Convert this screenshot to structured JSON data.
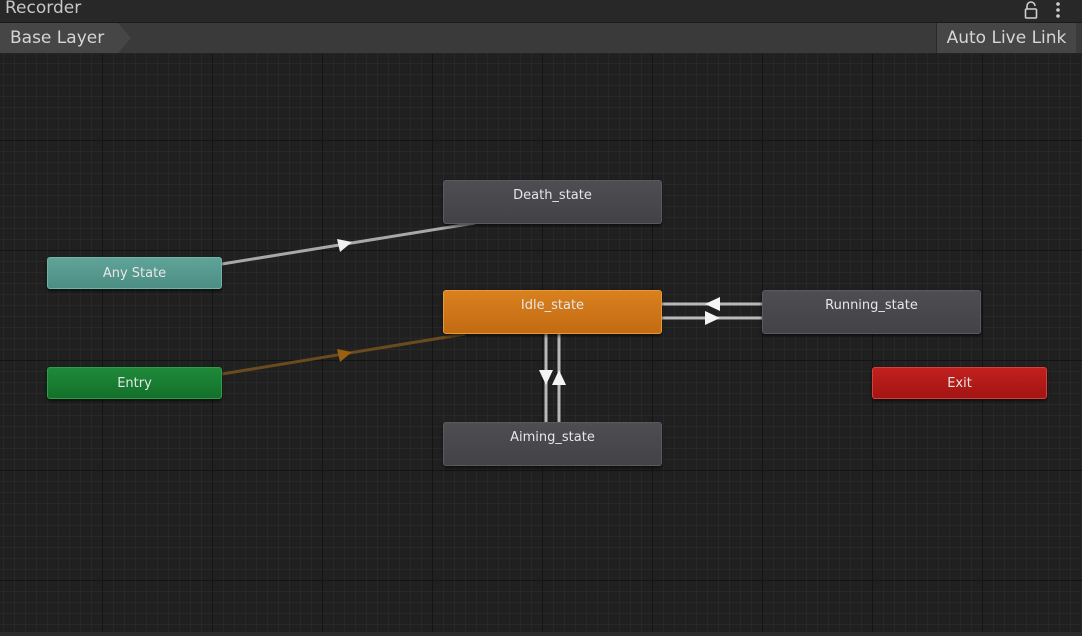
{
  "window": {
    "title": "Recorder"
  },
  "toolbar": {
    "breadcrumb": "Base Layer",
    "auto_live_link": "Auto Live Link"
  },
  "icons": {
    "lock": "lock-icon",
    "more": "more-vertical-icon"
  },
  "nodes": {
    "death": "Death_state",
    "any_state": "Any State",
    "idle": "Idle_state",
    "running": "Running_state",
    "entry": "Entry",
    "exit": "Exit",
    "aiming": "Aiming_state"
  },
  "colors": {
    "default_state": "#d9801f",
    "any_state": "#5fa399",
    "entry": "#1f8a3a",
    "exit": "#c2201e",
    "state": "#4e4e52",
    "transition": "#b9b9b9",
    "default_transition": "#6b4a1e"
  }
}
